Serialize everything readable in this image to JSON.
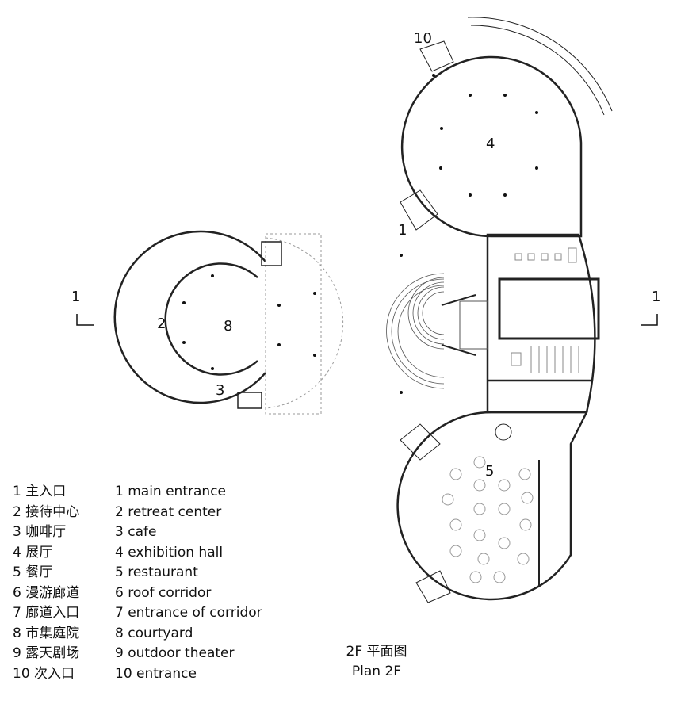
{
  "plan_labels": {
    "r1": "1",
    "r2": "2",
    "r3": "3",
    "r4": "4",
    "r5": "5",
    "r8": "8",
    "r10": "10"
  },
  "section_marks": {
    "left": "1",
    "right": "1"
  },
  "legend": {
    "cn": [
      "1 主入口",
      "2 接待中心",
      "3 咖啡厅",
      "4 展厅",
      "5 餐厅",
      "6 漫游廊道",
      "7 廊道入口",
      "8 市集庭院",
      "9 露天剧场",
      "10 次入口"
    ],
    "en": [
      "1 main entrance",
      "2 retreat center",
      "3 cafe",
      "4 exhibition hall",
      "5 restaurant",
      "6 roof corridor",
      "7 entrance of corridor",
      "8 courtyard",
      "9 outdoor theater",
      "10 entrance"
    ]
  },
  "title": {
    "cn": "2F 平面图",
    "en": "Plan 2F"
  }
}
